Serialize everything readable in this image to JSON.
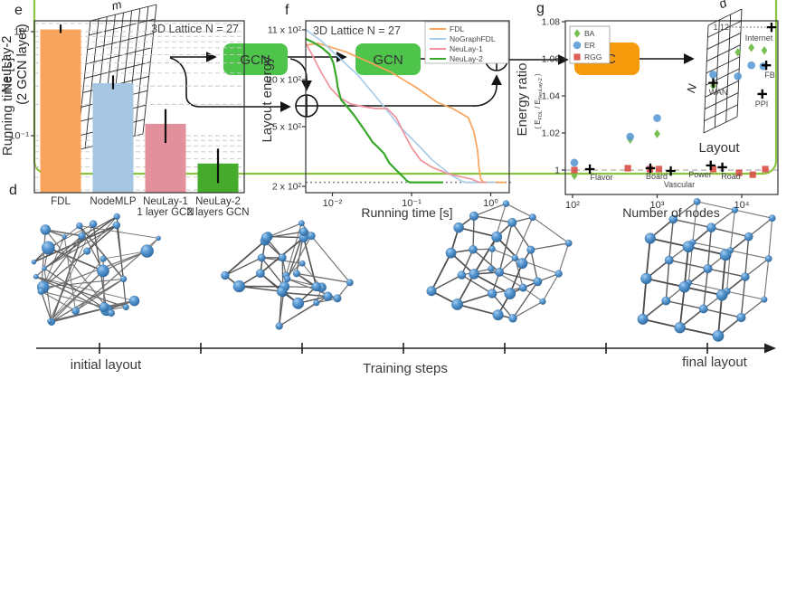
{
  "diagram": {
    "row_label_line1": "NeuLay-2",
    "row_label_line2": "(2 GCN layer)",
    "input_matrix": {
      "rows_label": "N",
      "cols_label": "m"
    },
    "output_matrix": {
      "rows_label": "N",
      "cols_label": "d",
      "caption": "Layout"
    },
    "gcn1_label": "GCN",
    "gcn2_label": "GCN",
    "fc_label": "FC",
    "colors": {
      "gcn_block": "#4ec44b",
      "fc_block": "#f79b0c",
      "frame": "#8bc53f"
    }
  },
  "panel_d": {
    "label": "d",
    "initial_label": "initial layout",
    "axis_label": "Training steps",
    "final_label": "final layout",
    "node_color": "#4a90d0",
    "stage_count": 4
  },
  "chart_data": [
    {
      "panel": "e",
      "type": "bar",
      "title": "3D Lattice N = 27",
      "ylabel": "Running time [s]",
      "yscale": "log",
      "categories": [
        "FDL",
        "NodeMLP",
        "NeuLay-1",
        "NeuLay-2"
      ],
      "sublabels": [
        "",
        "",
        "1 layer GCN",
        "2 layers GCN"
      ],
      "values": [
        1.05,
        0.32,
        0.13,
        0.054
      ],
      "error_low": [
        0.97,
        0.28,
        0.085,
        0.035
      ],
      "error_high": [
        1.17,
        0.38,
        0.18,
        0.075
      ],
      "bar_colors": [
        "#f9a45c",
        "#a7c6e2",
        "#e2919c",
        "#46ab2d"
      ],
      "yticks": {
        "labels": [
          "10⁰",
          "10⁻¹"
        ],
        "values": [
          1,
          0.1
        ]
      },
      "gridlines": [
        0.03,
        0.04,
        0.05,
        0.06,
        0.07,
        0.08,
        0.09,
        0.1,
        0.2,
        0.3,
        0.4,
        0.5,
        0.6,
        0.7,
        0.8,
        0.9,
        1.0,
        1.2
      ],
      "ylim": [
        0.028,
        1.27
      ]
    },
    {
      "panel": "f",
      "type": "line",
      "title": "3D Lattice N = 27",
      "xlabel": "Running time [s]",
      "ylabel": "Layout energy",
      "xscale": "log",
      "xticks": {
        "labels": [
          "10⁻²",
          "10⁻¹",
          "10⁰"
        ],
        "values": [
          0.01,
          0.1,
          1
        ]
      },
      "yticks": {
        "labels": [
          "11 x 10²",
          "10 x 10²",
          "5 x 10²",
          "2 x 10²"
        ],
        "values": [
          1100,
          1000,
          500,
          200
        ]
      },
      "xlim": [
        0.0046,
        1.7
      ],
      "baseline_energy": 220,
      "series": [
        {
          "name": "FDL",
          "color": "#f9a45c",
          "points": [
            [
              0.0046,
              1069
            ],
            [
              0.0066,
              1073
            ],
            [
              0.0097,
              1065
            ],
            [
              0.0146,
              1056
            ],
            [
              0.0266,
              1038
            ],
            [
              0.055,
              1015
            ],
            [
              0.116,
              913
            ],
            [
              0.21,
              760
            ],
            [
              0.33,
              692
            ],
            [
              0.52,
              596
            ],
            [
              0.61,
              477
            ],
            [
              0.68,
              386
            ],
            [
              0.71,
              295
            ],
            [
              0.75,
              236
            ],
            [
              0.82,
              220
            ],
            [
              1.55,
              220
            ]
          ]
        },
        {
          "name": "NoGraphFDL",
          "color": "#a9cce8",
          "points": [
            [
              0.0046,
              1100
            ],
            [
              0.0072,
              1078
            ],
            [
              0.012,
              1045
            ],
            [
              0.021,
              1009
            ],
            [
              0.038,
              788
            ],
            [
              0.071,
              500
            ],
            [
              0.12,
              409
            ],
            [
              0.183,
              332
            ],
            [
              0.31,
              259
            ],
            [
              0.425,
              227
            ],
            [
              0.48,
              220
            ],
            [
              1.15,
              220
            ]
          ]
        },
        {
          "name": "NeuLay-1",
          "color": "#f0939c",
          "points": [
            [
              0.0046,
              1073
            ],
            [
              0.0055,
              1051
            ],
            [
              0.0072,
              1015
            ],
            [
              0.0094,
              913
            ],
            [
              0.012,
              817
            ],
            [
              0.017,
              740
            ],
            [
              0.025,
              712
            ],
            [
              0.035,
              692
            ],
            [
              0.049,
              692
            ],
            [
              0.064,
              596
            ],
            [
              0.083,
              455
            ],
            [
              0.1,
              395
            ],
            [
              0.13,
              332
            ],
            [
              0.183,
              295
            ],
            [
              0.287,
              264
            ],
            [
              0.4,
              250
            ],
            [
              0.58,
              236
            ],
            [
              0.72,
              220
            ],
            [
              0.9,
              220
            ]
          ]
        },
        {
          "name": "NeuLay-2",
          "color": "#38a82a",
          "points": [
            [
              0.0046,
              1082
            ],
            [
              0.0057,
              1075
            ],
            [
              0.0074,
              1064
            ],
            [
              0.0092,
              1051
            ],
            [
              0.0103,
              1033
            ],
            [
              0.0112,
              1005
            ],
            [
              0.0117,
              913
            ],
            [
              0.0128,
              788
            ],
            [
              0.016,
              692
            ],
            [
              0.019,
              615
            ],
            [
              0.022,
              538
            ],
            [
              0.027,
              468
            ],
            [
              0.032,
              423
            ],
            [
              0.038,
              395
            ],
            [
              0.045,
              364
            ],
            [
              0.052,
              318
            ],
            [
              0.064,
              282
            ],
            [
              0.077,
              250
            ],
            [
              0.088,
              227
            ],
            [
              0.095,
              220
            ],
            [
              0.25,
              220
            ]
          ]
        }
      ],
      "legend_position": "top-right"
    },
    {
      "panel": "g",
      "type": "scatter",
      "ylabel": "Energy ratio",
      "ylabel_sub": {
        "pre": "( E",
        "sub1": "FDL",
        "mid": " / E",
        "sub2": "NeuLay-2",
        "post": " )"
      },
      "xlabel": "Number of nodes",
      "xscale": "log",
      "xticks": {
        "labels": [
          "10²",
          "10³",
          "10⁴"
        ],
        "values": [
          100,
          1000,
          10000
        ]
      },
      "yticks": {
        "labels": [
          "1",
          "1.02",
          "1.04",
          "1.06",
          "1.08"
        ],
        "values": [
          1,
          1.02,
          1.04,
          1.06,
          1.08
        ]
      },
      "reference_line": 1,
      "series": [
        {
          "name": "BA",
          "marker": "diamond",
          "color": "#6cbb44",
          "points": [
            [
              105,
              0.997
            ],
            [
              480,
              1.0165
            ],
            [
              1000,
              1.0195
            ],
            [
              4600,
              1.0455
            ],
            [
              9000,
              1.0635
            ],
            [
              13000,
              1.066
            ],
            [
              18500,
              1.0645
            ]
          ]
        },
        {
          "name": "ER",
          "marker": "circle",
          "color": "#5b9bd5",
          "points": [
            [
              105,
              1.004
            ],
            [
              480,
              1.018
            ],
            [
              1000,
              1.028
            ],
            [
              4600,
              1.0515
            ],
            [
              9000,
              1.0505
            ],
            [
              13000,
              1.0565
            ],
            [
              18000,
              1.056
            ]
          ]
        },
        {
          "name": "RGG",
          "marker": "square",
          "color": "#d9534a",
          "points": [
            [
              105,
              1.0
            ],
            [
              450,
              1.001
            ],
            [
              820,
              1.0005
            ],
            [
              1050,
              1.0005
            ],
            [
              4600,
              1.0005
            ],
            [
              9300,
              0.9985
            ],
            [
              13500,
              0.9975
            ],
            [
              19000,
              1.0005
            ]
          ]
        }
      ],
      "real_networks": [
        {
          "name": "Flavor",
          "x": 160,
          "y": 1.0005,
          "lx": 95,
          "ly": 199
        },
        {
          "name": "Board",
          "x": 830,
          "y": 1.001,
          "lx": 156,
          "ly": 198
        },
        {
          "name": "Vascular",
          "x": 1450,
          "y": 0.9995,
          "lx": 181,
          "ly": 207
        },
        {
          "name": "Power",
          "x": 4300,
          "y": 1.0025,
          "lx": 204,
          "ly": 196
        },
        {
          "name": "Road",
          "x": 5900,
          "y": 1.0015,
          "lx": 238,
          "ly": 198
        },
        {
          "name": "WAN",
          "x": 4600,
          "y": 1.047,
          "lx": 224,
          "ly": 105
        },
        {
          "name": "PPI",
          "x": 17500,
          "y": 1.041,
          "lx": 272,
          "ly": 118
        },
        {
          "name": "FB",
          "x": 19500,
          "y": 1.0565,
          "lx": 281,
          "ly": 86
        },
        {
          "name": "Internet",
          "x": 22500,
          "y": 1.077,
          "lx": 269,
          "ly": 45,
          "annotation": "1.12",
          "true_value_clipped": true
        }
      ]
    }
  ]
}
